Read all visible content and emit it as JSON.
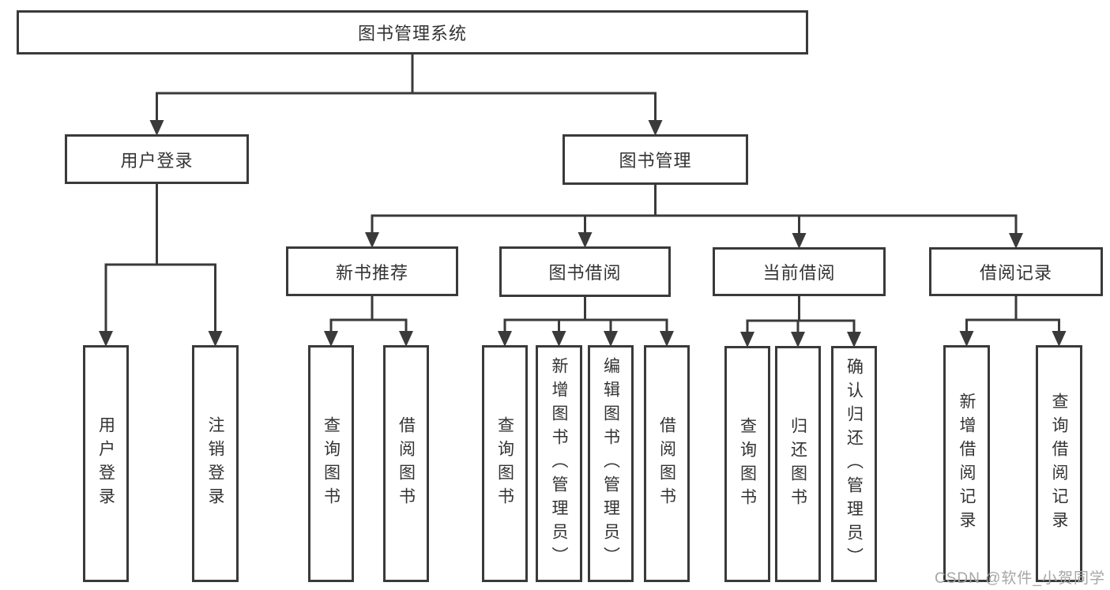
{
  "diagram": {
    "title": "图书管理系统",
    "nodes": [
      {
        "id": "root",
        "label": "图书管理系统",
        "parent": null,
        "orientation": "horizontal"
      },
      {
        "id": "user-login",
        "label": "用户登录",
        "parent": "root",
        "orientation": "horizontal"
      },
      {
        "id": "book-mgmt",
        "label": "图书管理",
        "parent": "root",
        "orientation": "horizontal"
      },
      {
        "id": "new-book",
        "label": "新书推荐",
        "parent": "book-mgmt",
        "orientation": "horizontal"
      },
      {
        "id": "book-borrow",
        "label": "图书借阅",
        "parent": "book-mgmt",
        "orientation": "horizontal"
      },
      {
        "id": "current-borrow",
        "label": "当前借阅",
        "parent": "book-mgmt",
        "orientation": "horizontal"
      },
      {
        "id": "borrow-record",
        "label": "借阅记录",
        "parent": "book-mgmt",
        "orientation": "horizontal"
      },
      {
        "id": "ul-1",
        "label": "用户登录",
        "parent": "user-login",
        "orientation": "vertical"
      },
      {
        "id": "ul-2",
        "label": "注销登录",
        "parent": "user-login",
        "orientation": "vertical"
      },
      {
        "id": "nb-1",
        "label": "查询图书",
        "parent": "new-book",
        "orientation": "vertical"
      },
      {
        "id": "nb-2",
        "label": "借阅图书",
        "parent": "new-book",
        "orientation": "vertical"
      },
      {
        "id": "bb-1",
        "label": "查询图书",
        "parent": "book-borrow",
        "orientation": "vertical"
      },
      {
        "id": "bb-2",
        "label": "新增图书（管理员）",
        "parent": "book-borrow",
        "orientation": "vertical"
      },
      {
        "id": "bb-3",
        "label": "编辑图书（管理员）",
        "parent": "book-borrow",
        "orientation": "vertical"
      },
      {
        "id": "bb-4",
        "label": "借阅图书",
        "parent": "book-borrow",
        "orientation": "vertical"
      },
      {
        "id": "cb-1",
        "label": "查询图书",
        "parent": "current-borrow",
        "orientation": "vertical"
      },
      {
        "id": "cb-2",
        "label": "归还图书",
        "parent": "current-borrow",
        "orientation": "vertical"
      },
      {
        "id": "cb-3",
        "label": "确认归还（管理员）",
        "parent": "current-borrow",
        "orientation": "vertical"
      },
      {
        "id": "br-1",
        "label": "新增借阅记录",
        "parent": "borrow-record",
        "orientation": "vertical"
      },
      {
        "id": "br-2",
        "label": "查询借阅记录",
        "parent": "borrow-record",
        "orientation": "vertical"
      }
    ]
  },
  "watermark": {
    "text": "CSDN @软件_小贺同学"
  },
  "colors": {
    "line": "#3a3a3a",
    "text": "#333333",
    "watermark": "#a6a6a6",
    "background": "#ffffff"
  }
}
